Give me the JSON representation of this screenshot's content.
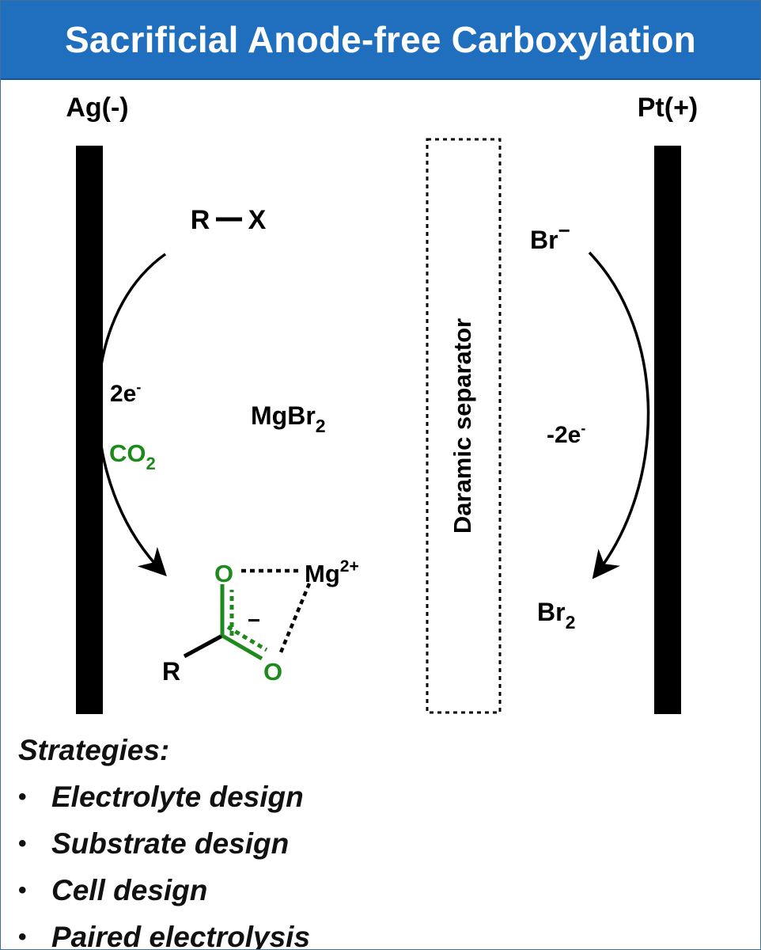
{
  "title": "Sacrificial Anode-free Carboxylation",
  "colors": {
    "header_bg": "#1f6fbe",
    "header_text": "#ffffff",
    "ink": "#000000",
    "green": "#1e8a1e"
  },
  "electrodes": {
    "cathode": "Ag(-)",
    "anode": "Pt(+)"
  },
  "separator": "Daramic separator",
  "cathode_side": {
    "substrate": {
      "r": "R",
      "x": "X"
    },
    "electrons": {
      "base": "2e",
      "sup": "-"
    },
    "co2": {
      "base": "CO",
      "sub": "2"
    },
    "product": {
      "r": "R",
      "o_top": "O",
      "o_bottom": "O",
      "charge": "−",
      "metal": {
        "base": "Mg",
        "sup": "2+"
      }
    }
  },
  "electrolyte": {
    "base": "MgBr",
    "sub": "2"
  },
  "anode_side": {
    "reactant": {
      "base": "Br",
      "sup": "−"
    },
    "electrons": {
      "base": "-2e",
      "sup": "-"
    },
    "product": {
      "base": "Br",
      "sub": "2"
    }
  },
  "strategies": {
    "title": "Strategies:",
    "bullet": "•",
    "items": [
      "Electrolyte design",
      "Substrate design",
      "Cell design",
      "Paired electrolysis"
    ]
  }
}
